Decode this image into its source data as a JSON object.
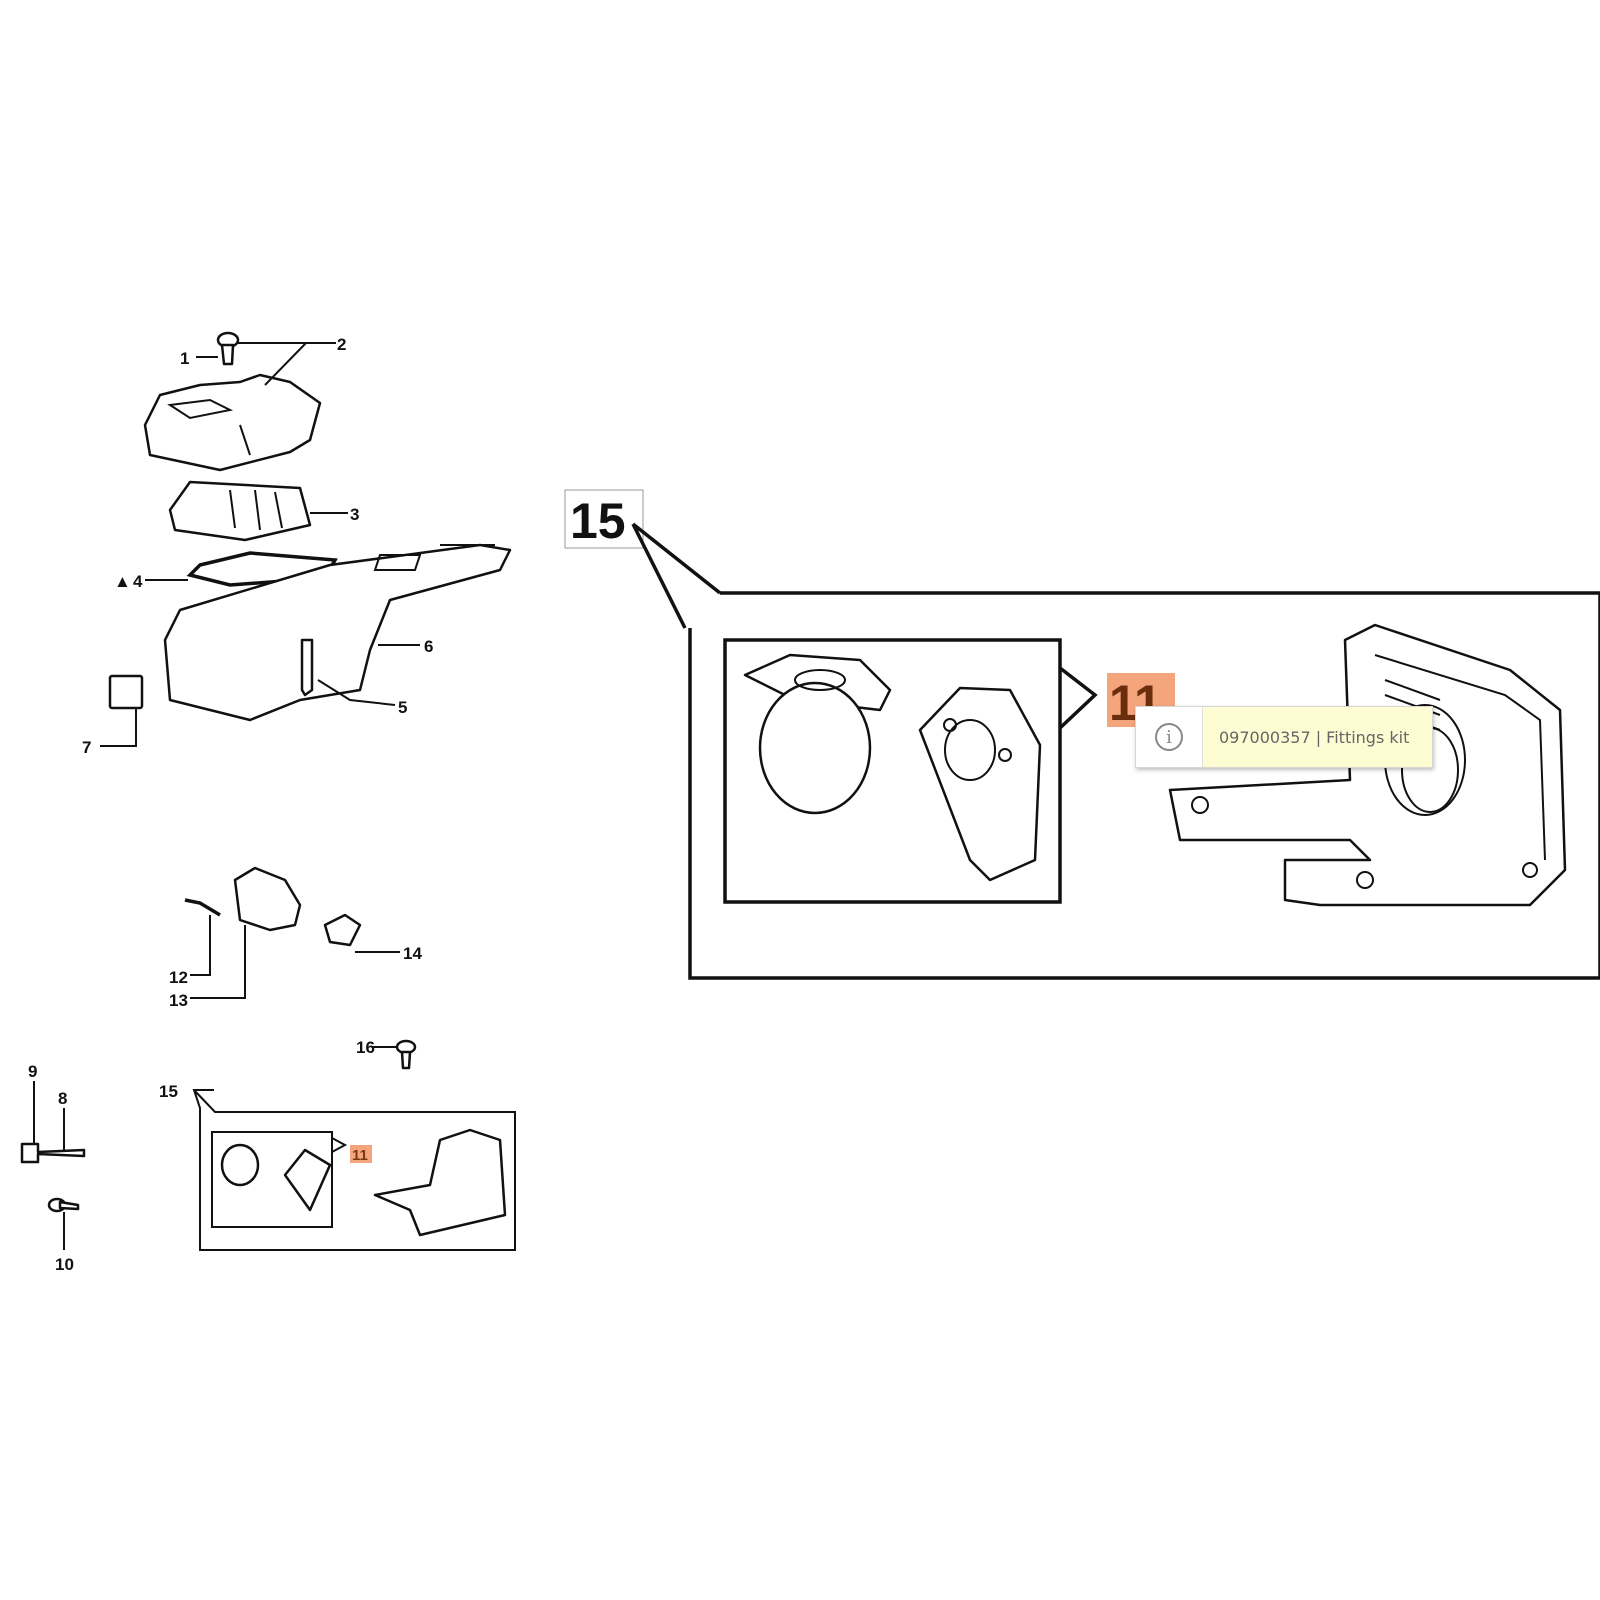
{
  "diagram": {
    "labels": {
      "l1": "1",
      "l2": "2",
      "l3": "3",
      "l4": "4",
      "l5": "5",
      "l6": "6",
      "l7": "7",
      "l8": "8",
      "l9": "9",
      "l10": "10",
      "l12": "12",
      "l13": "13",
      "l14": "14",
      "l15": "15",
      "l11": "11",
      "l16": "16"
    },
    "detail": {
      "assembly_label": "15",
      "highlighted_label": "11"
    },
    "highlight_color": "#f4a57c",
    "warning_marker": "▲"
  },
  "tooltip": {
    "icon": "info-icon",
    "text": "097000357 | Fittings kit"
  }
}
